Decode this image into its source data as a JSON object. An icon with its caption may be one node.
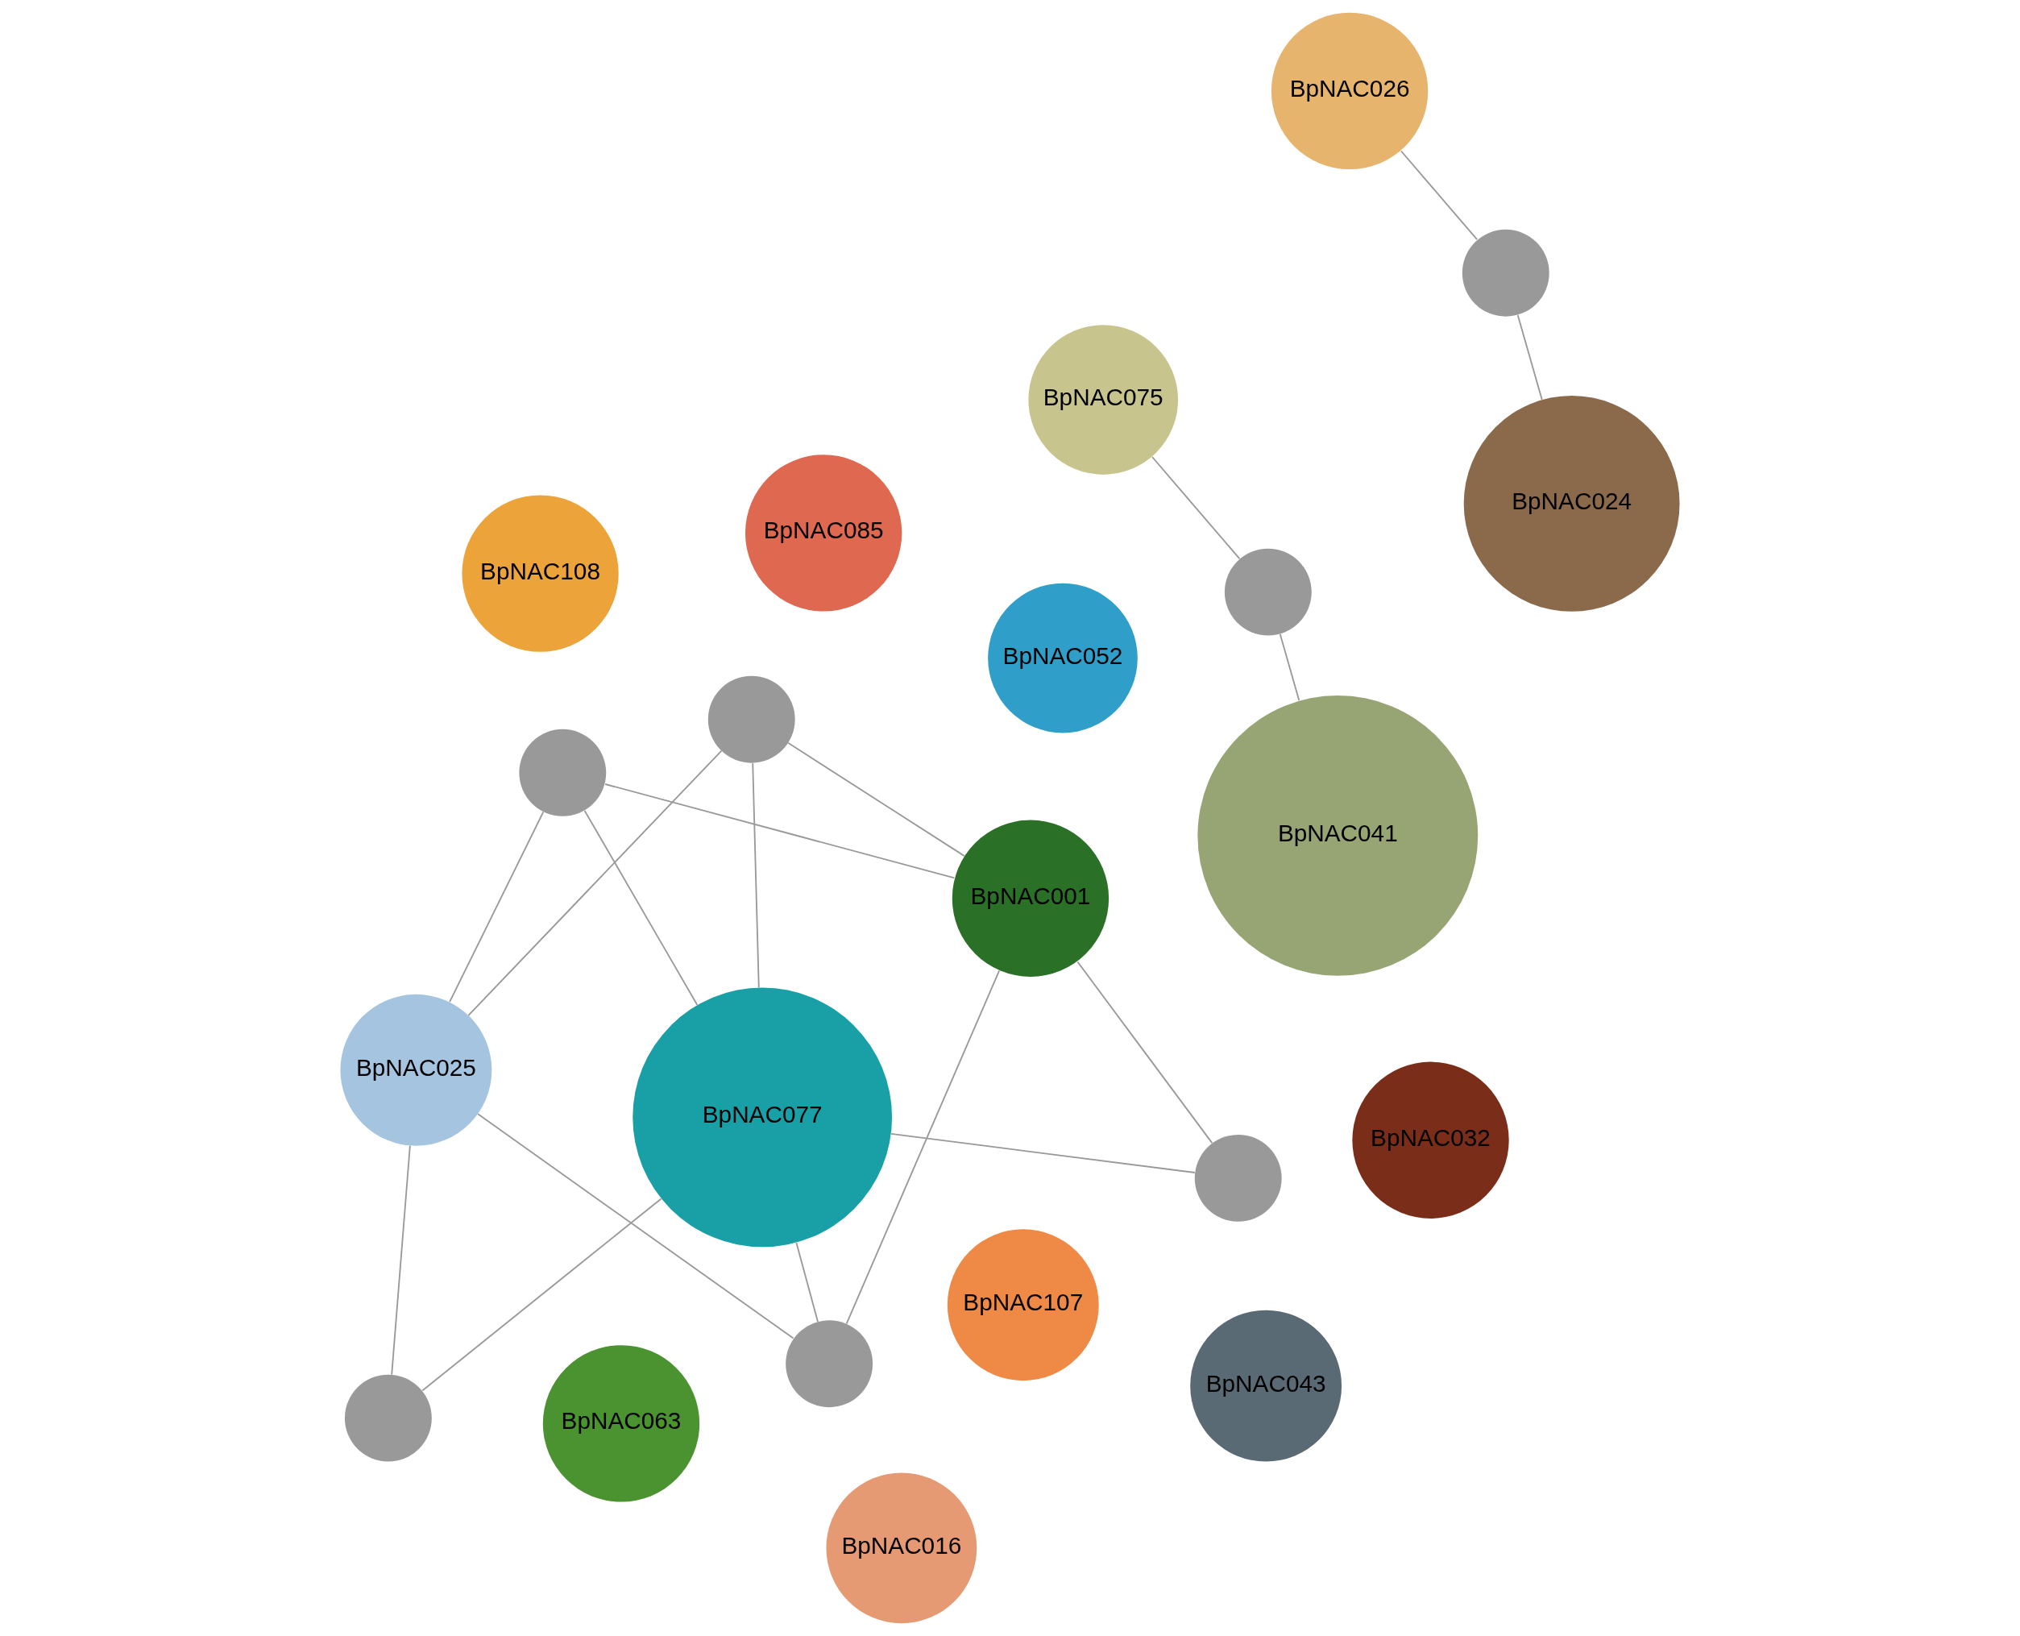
{
  "diagram": {
    "nodes": [
      {
        "text": [
          "BpNAC075"
        ]
      },
      {
        "text": [],
        "shape": "circle"
      },
      {
        "text": [
          "BpNAC077"
        ]
      },
      {
        "text": [],
        "shape": "circle"
      },
      {
        "text": [],
        "shape": "circle"
      },
      {
        "text": [
          "BpNAC041"
        ]
      },
      {
        "text": [],
        "shape": "circle"
      },
      {
        "text": [],
        "shape": "circle"
      },
      {
        "text": [
          "BpNAC107"
        ]
      },
      {
        "text": [
          "BpNAC025"
        ]
      },
      {
        "text": [
          "BpNAC001"
        ]
      },
      {
        "text": [],
        "shape": "circle"
      },
      {
        "text": [
          "BpNAC026"
        ]
      },
      {
        "text": [],
        "shape": "circle"
      },
      {
        "text": [
          "BpNAC052"
        ]
      },
      {
        "text": [
          "BpNAC043"
        ]
      },
      {
        "text": [
          "BpNAC108"
        ]
      },
      {
        "text": [
          "BpNAC085"
        ]
      },
      {
        "text": [
          "BpNAC024"
        ]
      },
      {
        "text": [
          "BpNAC063"
        ]
      },
      {
        "text": [
          "BpNAC032"
        ]
      },
      {
        "text": [
          "BpNAC016"
        ]
      }
    ],
    "edges": [
      {
        "from": 0,
        "to": 1,
        "arrow": "none"
      },
      {
        "from": 5,
        "to": 1,
        "arrow": "none"
      },
      {
        "from": 2,
        "to": 3,
        "arrow": "none"
      },
      {
        "from": 10,
        "to": 3,
        "arrow": "none"
      },
      {
        "from": 2,
        "to": 4,
        "arrow": "none"
      },
      {
        "from": 9,
        "to": 4,
        "arrow": "none"
      },
      {
        "from": 2,
        "to": 6,
        "arrow": "none"
      },
      {
        "from": 10,
        "to": 6,
        "arrow": "none"
      },
      {
        "from": 9,
        "to": 6,
        "arrow": "none"
      },
      {
        "from": 2,
        "to": 7,
        "arrow": "none"
      },
      {
        "from": 10,
        "to": 7,
        "arrow": "none"
      },
      {
        "from": 9,
        "to": 7,
        "arrow": "none"
      },
      {
        "from": 2,
        "to": 11,
        "arrow": "none"
      },
      {
        "from": 10,
        "to": 11,
        "arrow": "none"
      },
      {
        "from": 9,
        "to": 11,
        "arrow": "none"
      },
      {
        "from": 12,
        "to": 13,
        "arrow": "none"
      },
      {
        "from": 18,
        "to": 13,
        "arrow": "none"
      }
    ]
  }
}
